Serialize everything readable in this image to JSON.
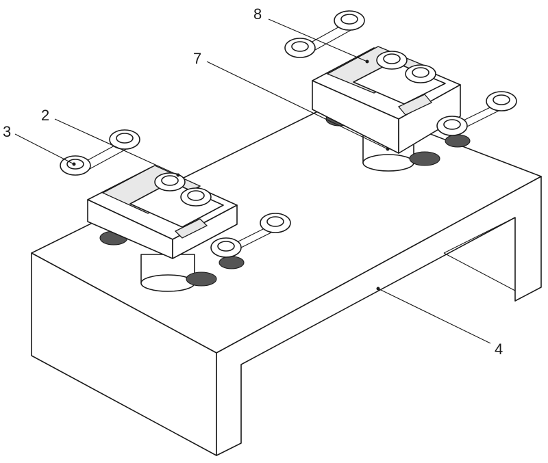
{
  "callouts": {
    "label_8": "8",
    "label_7": "7",
    "label_2": "2",
    "label_3": "3",
    "label_4": "4"
  }
}
